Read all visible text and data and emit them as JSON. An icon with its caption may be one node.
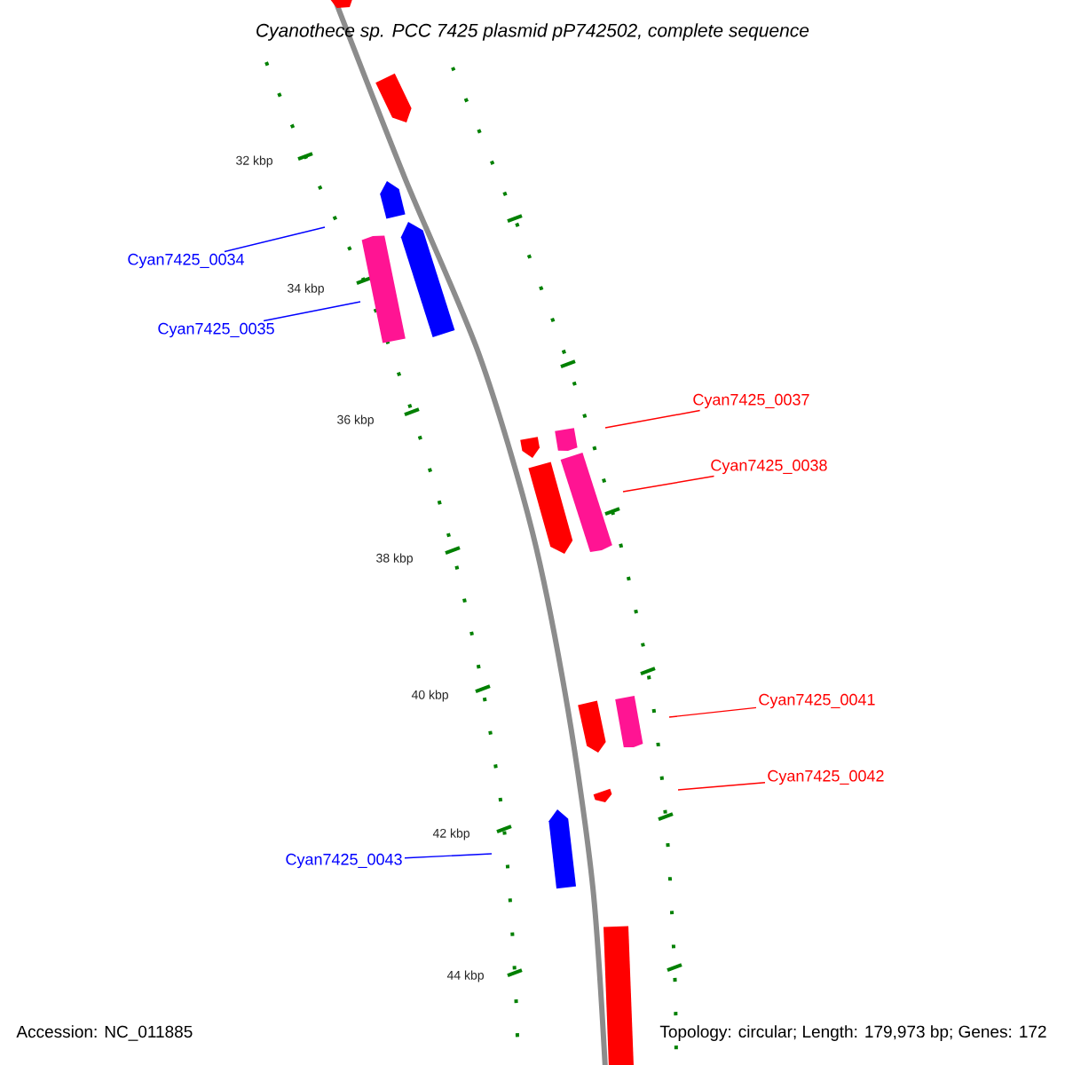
{
  "diagram": {
    "title": "Cyanothece sp. PCC 7425 plasmid pP742502, complete sequence",
    "nodes": [
      {
        "text": [
          "Cyan7425_0034"
        ]
      },
      {
        "text": [
          "Cyan7425_0035"
        ]
      },
      {
        "text": [
          "Cyan7425_0037"
        ]
      },
      {
        "text": [
          "Cyan7425_0038"
        ]
      },
      {
        "text": [
          "Cyan7425_0041"
        ]
      },
      {
        "text": [
          "Cyan7425_0042"
        ]
      },
      {
        "text": [
          "Cyan7425_0043"
        ]
      }
    ],
    "edges": [
      {
        "from": 0,
        "to": null,
        "arrow": "none",
        "color": "#0000ff"
      },
      {
        "from": 1,
        "to": null,
        "arrow": "none",
        "color": "#0000ff"
      },
      {
        "from": 2,
        "to": null,
        "arrow": "none"
      },
      {
        "from": 3,
        "to": null,
        "arrow": "none"
      },
      {
        "from": 4,
        "to": null,
        "arrow": "none"
      },
      {
        "from": 5,
        "to": null,
        "arrow": "none"
      },
      {
        "from": 6,
        "to": null,
        "arrow": "none",
        "color": "#0000ff"
      }
    ],
    "labels": [
      "32 kbp",
      "34 kbp",
      "36 kbp",
      "38 kbp",
      "40 kbp",
      "42 kbp",
      "44 kbp",
      "Accession: NC_011885",
      "Topology: circular; Length: 179,973 bp; Genes: 172"
    ]
  }
}
